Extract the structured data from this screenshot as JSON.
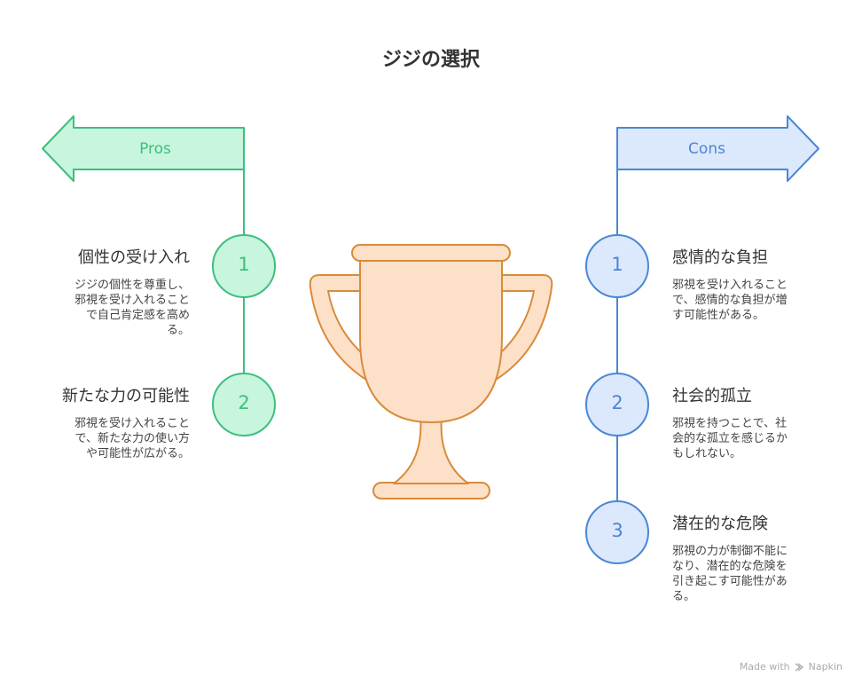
{
  "title": "ジジの選択",
  "pros": {
    "label": "Pros",
    "items": [
      {
        "number": "1",
        "title": "個性の受け入れ",
        "description": [
          "ジジの個性を尊重し、",
          "邪視を受け入れること",
          "で自己肯定感を高め",
          "る。"
        ]
      },
      {
        "number": "2",
        "title": "新たな力の可能性",
        "description": [
          "邪視を受け入れること",
          "で、新たな力の使い方",
          "や可能性が広がる。"
        ]
      }
    ]
  },
  "cons": {
    "label": "Cons",
    "items": [
      {
        "number": "1",
        "title": "感情的な負担",
        "description": [
          "邪視を受け入れること",
          "で、感情的な負担が増",
          "す可能性がある。"
        ]
      },
      {
        "number": "2",
        "title": "社会的孤立",
        "description": [
          "邪視を持つことで、社",
          "会的な孤立を感じるか",
          "もしれない。"
        ]
      },
      {
        "number": "3",
        "title": "潜在的な危険",
        "description": [
          "邪視の力が制御不能に",
          "なり、潜在的な危険を",
          "引き起こす可能性があ",
          "る。"
        ]
      }
    ]
  },
  "watermark": {
    "prefix": "Made with",
    "brand": "Napkin"
  },
  "colors": {
    "pros_stroke": "#3dbf7d",
    "pros_fill": "#c8f5de",
    "cons_stroke": "#4a87d6",
    "cons_fill": "#dce8fb",
    "trophy_stroke": "#d98b3a",
    "trophy_fill": "#fde0c8"
  }
}
